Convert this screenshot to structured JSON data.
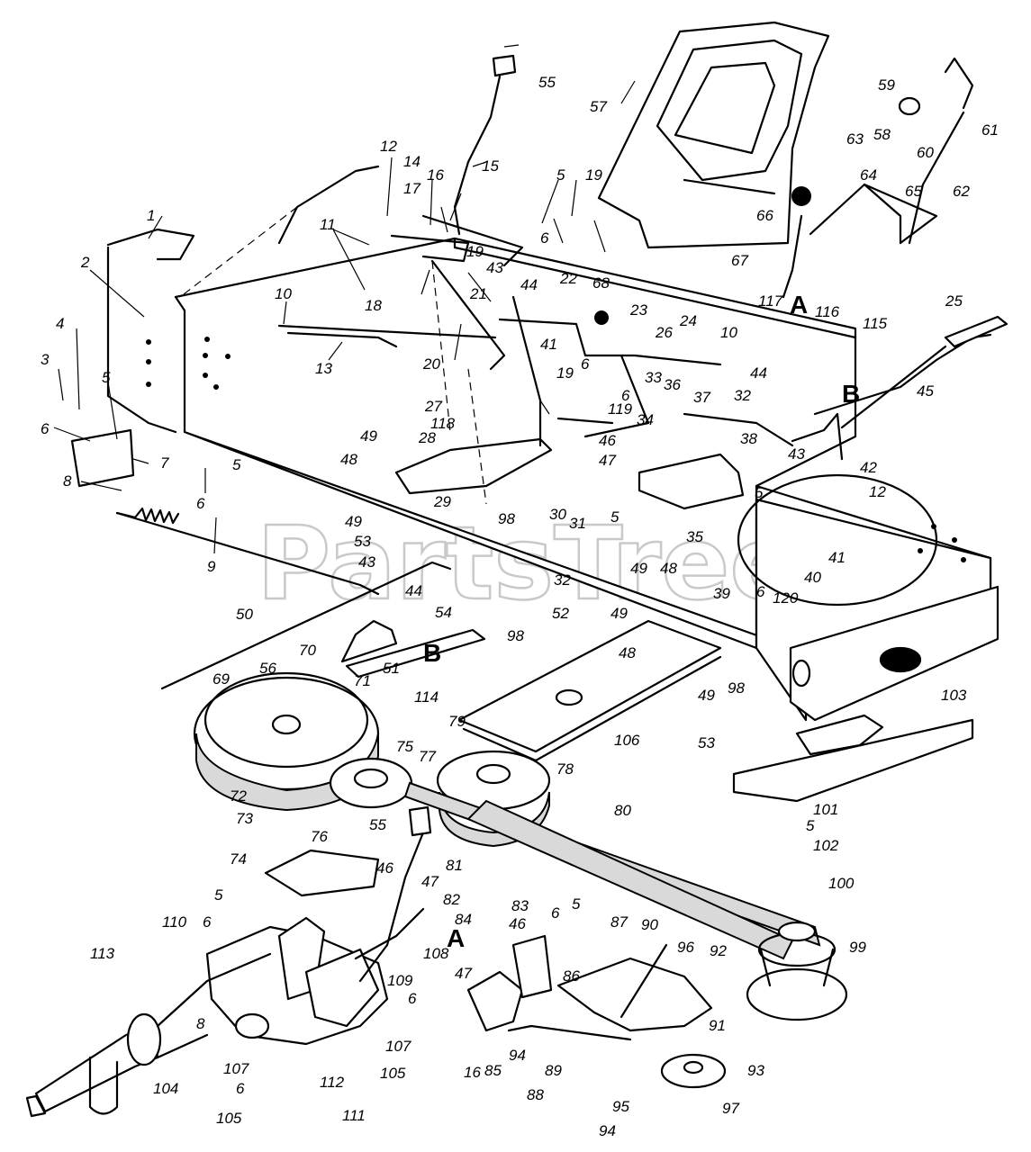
{
  "watermark": "PartsTree",
  "callouts": {
    "A": "A",
    "B": "B"
  },
  "part_numbers": [
    "1",
    "2",
    "3",
    "4",
    "5",
    "6",
    "7",
    "8",
    "9",
    "10",
    "11",
    "12",
    "13",
    "14",
    "15",
    "16",
    "17",
    "18",
    "19",
    "20",
    "21",
    "22",
    "23",
    "24",
    "25",
    "26",
    "27",
    "28",
    "29",
    "30",
    "31",
    "32",
    "33",
    "34",
    "35",
    "36",
    "37",
    "38",
    "39",
    "40",
    "41",
    "42",
    "43",
    "44",
    "45",
    "46",
    "47",
    "48",
    "49",
    "50",
    "51",
    "52",
    "53",
    "54",
    "55",
    "56",
    "57",
    "58",
    "59",
    "60",
    "61",
    "62",
    "63",
    "64",
    "65",
    "66",
    "67",
    "68",
    "69",
    "70",
    "71",
    "72",
    "73",
    "74",
    "75",
    "76",
    "77",
    "78",
    "79",
    "80",
    "81",
    "82",
    "83",
    "84",
    "85",
    "86",
    "87",
    "88",
    "89",
    "90",
    "91",
    "92",
    "93",
    "94",
    "95",
    "96",
    "97",
    "98",
    "99",
    "100",
    "101",
    "102",
    "103",
    "104",
    "105",
    "106",
    "107",
    "108",
    "109",
    "110",
    "111",
    "112",
    "113",
    "114",
    "115",
    "116",
    "117",
    "118",
    "119",
    "120"
  ]
}
